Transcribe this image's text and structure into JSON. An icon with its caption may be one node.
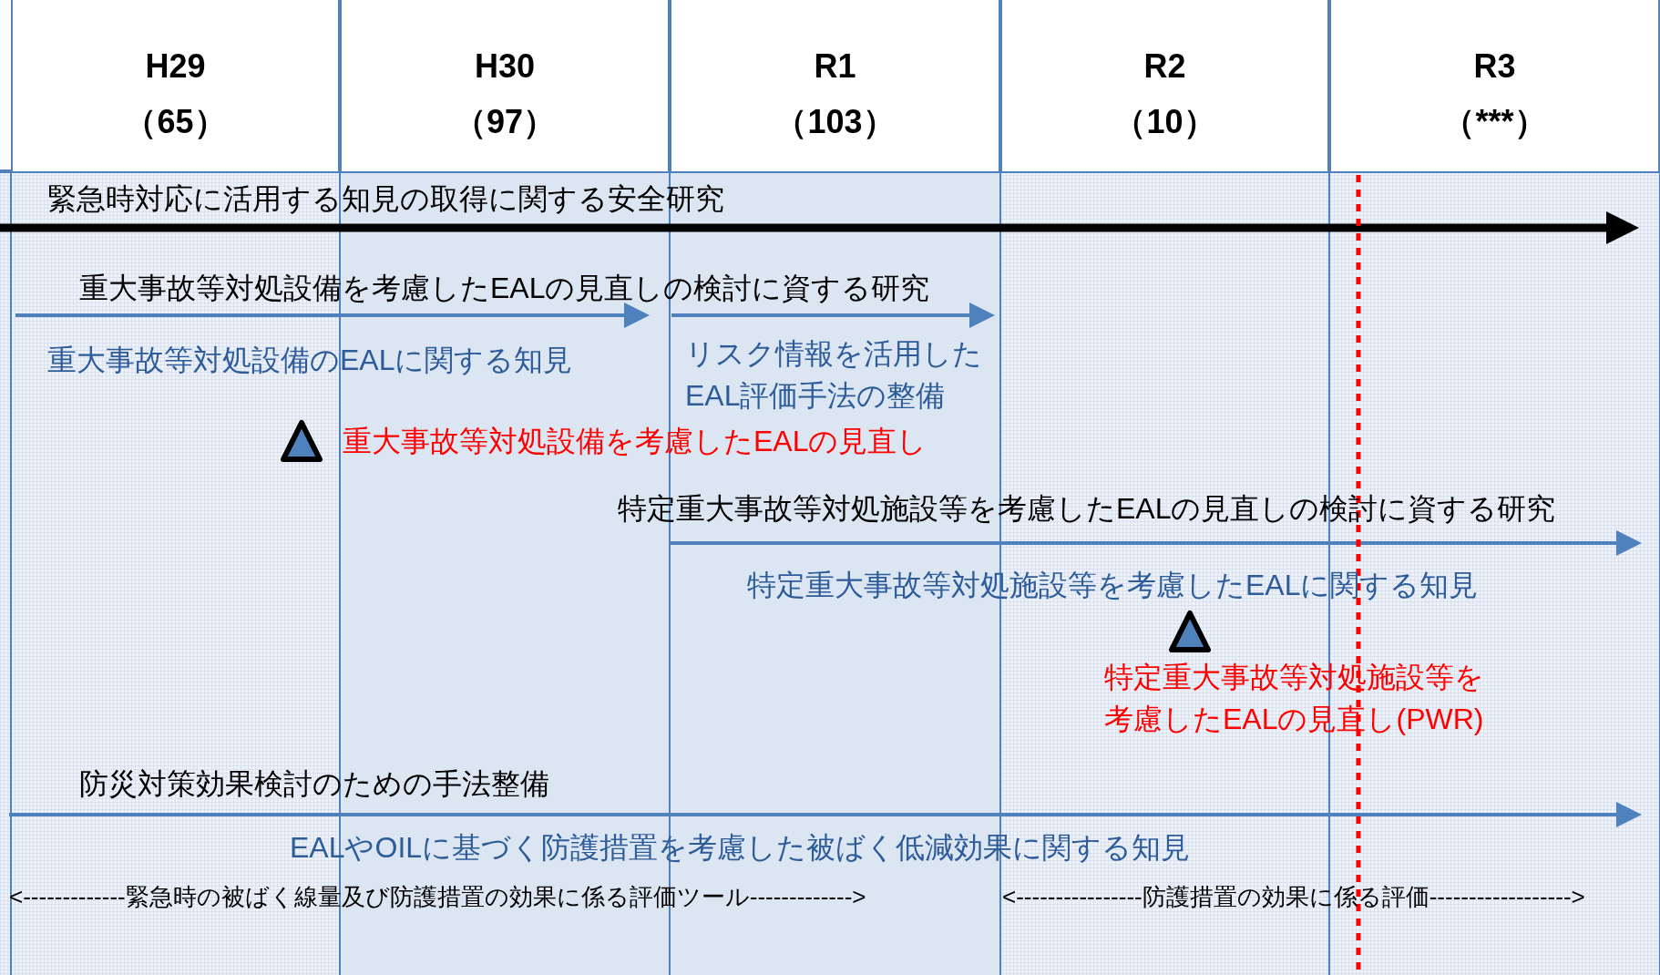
{
  "diagram": {
    "labels": [
      "H29",
      "（65）",
      "H30",
      "（97）",
      "R1",
      "（103）",
      "R2",
      "（10）",
      "R3",
      "（***）",
      "緊急時対応に活用する知見の取得に関する安全研究",
      "重大事故等対処設備を考慮したEALの見直しの検討に資する研究",
      "重大事故等対処設備のEALに関する知見",
      "リスク情報を活用したEAL評価手法の整備",
      "重大事故等対処設備を考慮したEALの見直し",
      "特定重大事故等対処施設等を考慮したEALの見直しの検討に資する研究",
      "特定重大事故等対処施設等を考慮したEALに関する知見",
      "特定重大事故等対処施設等を考慮したEALの見直し(PWR)",
      "防災対策効果検討のための手法整備",
      "EALやOILに基づく防護措置を考慮した被ばく低減効果に関する知見",
      "<-------------緊急時の被ばく線量及び防護措置の効果に係る評価ツール------------->",
      "<----------------防護措置の効果に係る評価------------------>"
    ]
  }
}
